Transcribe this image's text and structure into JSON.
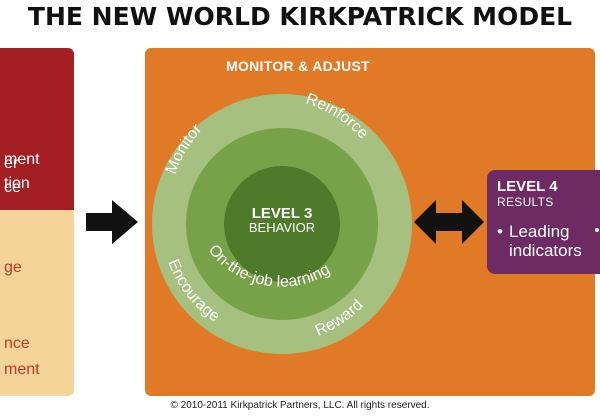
{
  "title": "THE NEW WORLD KIRKPATRICK MODEL",
  "left_panel": {
    "top_fragments": [
      "ment",
      "ce",
      "er",
      "tion"
    ],
    "bottom_fragments": [
      "ge",
      "nce",
      "ment"
    ]
  },
  "orange_panel": {
    "heading": "MONITOR & ADJUST"
  },
  "circles": {
    "outer_labels": {
      "top_left": "Monitor",
      "top_right": "Reinforce",
      "bottom_left": "Encourage",
      "bottom_right": "Reward"
    },
    "middle_label": "On-the-job learning",
    "center_title": "LEVEL 3",
    "center_subtitle": "BEHAVIOR"
  },
  "level4": {
    "title": "LEVEL 4",
    "subtitle": "RESULTS",
    "bullet": "•",
    "item_line1": "Leading",
    "item_line2": "indicators"
  },
  "copyright": "© 2010-2011 Kirkpatrick Partners, LLC. All rights reserved.",
  "colors": {
    "orange": "#e07a26",
    "dark_red": "#a31f23",
    "tan": "#f5d49a",
    "purple": "#6e2b63",
    "outer_ring": "#a6c07f",
    "middle_ring": "#78a248",
    "inner_circle": "#4e7a2a"
  }
}
